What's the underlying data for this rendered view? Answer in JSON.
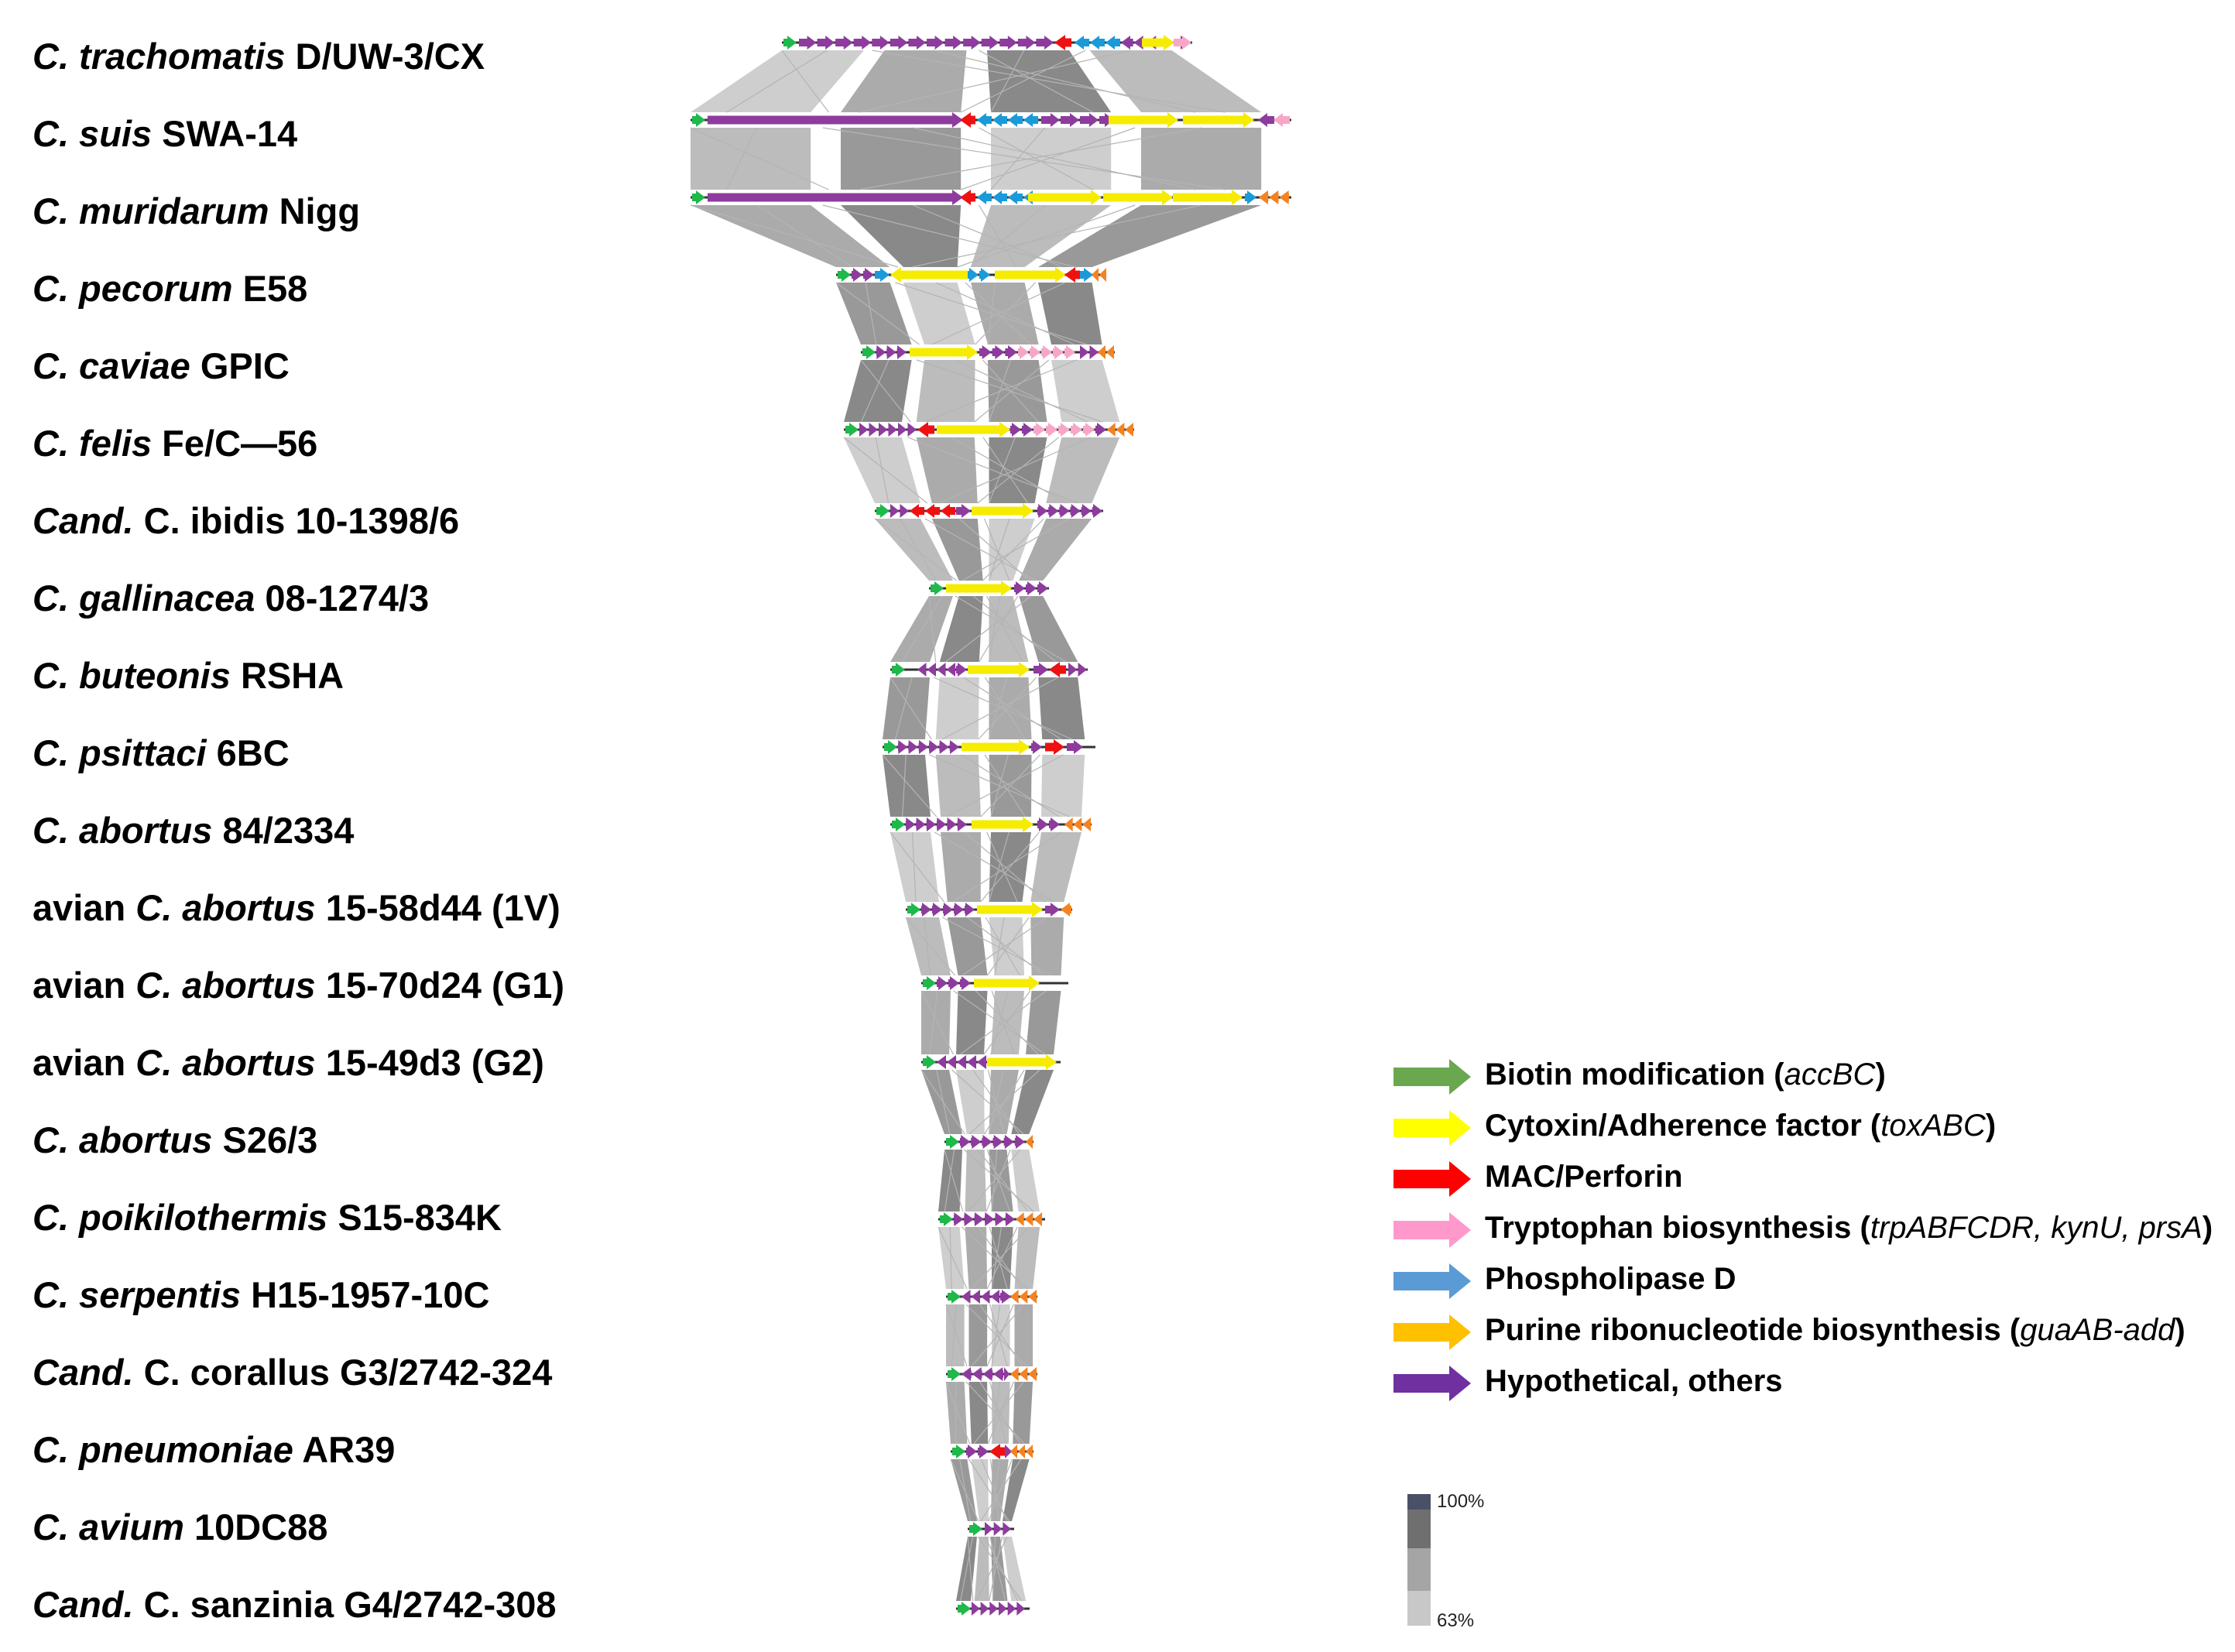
{
  "strains": [
    {
      "italic": "C. trachomatis",
      "rest": " D/UW-3/CX",
      "prefix": ""
    },
    {
      "italic": "C. suis",
      "rest": " SWA-14",
      "prefix": ""
    },
    {
      "italic": "C. muridarum",
      "rest": " Nigg",
      "prefix": ""
    },
    {
      "italic": "C. pecorum",
      "rest": " E58",
      "prefix": ""
    },
    {
      "italic": "C. caviae",
      "rest": " GPIC",
      "prefix": ""
    },
    {
      "italic": "C. felis",
      "rest": " Fe/C—56",
      "prefix": ""
    },
    {
      "italic": "Cand.",
      "rest": " C. ibidis 10-1398/6",
      "prefix": ""
    },
    {
      "italic": "C. gallinacea",
      "rest": " 08-1274/3",
      "prefix": ""
    },
    {
      "italic": "C. buteonis",
      "rest": " RSHA",
      "prefix": ""
    },
    {
      "italic": "C. psittaci",
      "rest": " 6BC",
      "prefix": ""
    },
    {
      "italic": "C. abortus",
      "rest": " 84/2334",
      "prefix": ""
    },
    {
      "italic": "C. abortus",
      "rest": " 15-58d44 (1V)",
      "prefix": "avian "
    },
    {
      "italic": "C. abortus",
      "rest": " 15-70d24 (G1)",
      "prefix": "avian "
    },
    {
      "italic": "C. abortus",
      "rest": " 15-49d3 (G2)",
      "prefix": "avian "
    },
    {
      "italic": "C. abortus",
      "rest": " S26/3",
      "prefix": ""
    },
    {
      "italic": "C. poikilothermis",
      "rest": " S15-834K",
      "prefix": ""
    },
    {
      "italic": "C. serpentis",
      "rest": " H15-1957-10C",
      "prefix": ""
    },
    {
      "italic": "Cand.",
      "rest": " C. corallus G3/2742-324",
      "prefix": ""
    },
    {
      "italic": "C. pneumoniae",
      "rest": " AR39",
      "prefix": ""
    },
    {
      "italic": "C. avium",
      "rest": " 10DC88",
      "prefix": ""
    },
    {
      "italic": "Cand.",
      "rest": " C. sanzinia G4/2742-308",
      "prefix": ""
    }
  ],
  "legend": [
    {
      "label": "Biotin modification",
      "genes": "accBC",
      "color": "#6aa84f",
      "key": "biotin"
    },
    {
      "label": "Cytoxin/Adherence factor",
      "genes": "toxABC",
      "color": "#ffff00",
      "key": "toxin"
    },
    {
      "label": "MAC/Perforin",
      "genes": "",
      "color": "#ff0000",
      "key": "mac"
    },
    {
      "label": "Tryptophan biosynthesis",
      "genes": "trpABFCDR, kynU, prsA",
      "color": "#ff99cc",
      "key": "trp"
    },
    {
      "label": "Phospholipase D",
      "genes": "",
      "color": "#5b9bd5",
      "key": "pld"
    },
    {
      "label": "Purine ribonucleotide biosynthesis",
      "genes": "guaAB-add",
      "color": "#ffc000",
      "key": "purine"
    },
    {
      "label": "Hypothetical, others",
      "genes": "",
      "color": "#7030a0",
      "key": "hypo"
    }
  ],
  "identity_scale": {
    "max_label": "100%",
    "min_label": "63%"
  },
  "colors": {
    "biotin": "#1fb84a",
    "toxin": "#f5ec00",
    "mac": "#ee1111",
    "trp": "#f7a6c8",
    "pld": "#1a9bd8",
    "purine": "#f58220",
    "hypo": "#8e3b9e",
    "line": "#333333"
  }
}
